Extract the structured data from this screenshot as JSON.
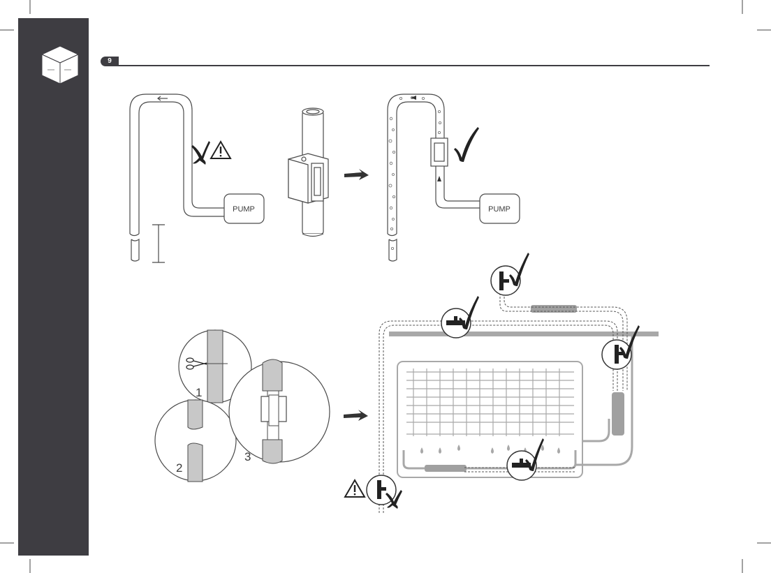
{
  "header": {
    "step_number": "9"
  },
  "diagram_top": {
    "pump_label_left": "PUMP",
    "pump_label_right": "PUMP"
  },
  "diagram_bottom": {
    "step1_label": "1",
    "step2_label": "2",
    "step3_label": "3"
  },
  "icons": {
    "box": "box-icon",
    "cross": "cross-mark-icon",
    "warning": "warning-icon",
    "check": "check-mark-icon",
    "arrow": "arrow-right-icon",
    "scissors": "scissors-icon"
  }
}
